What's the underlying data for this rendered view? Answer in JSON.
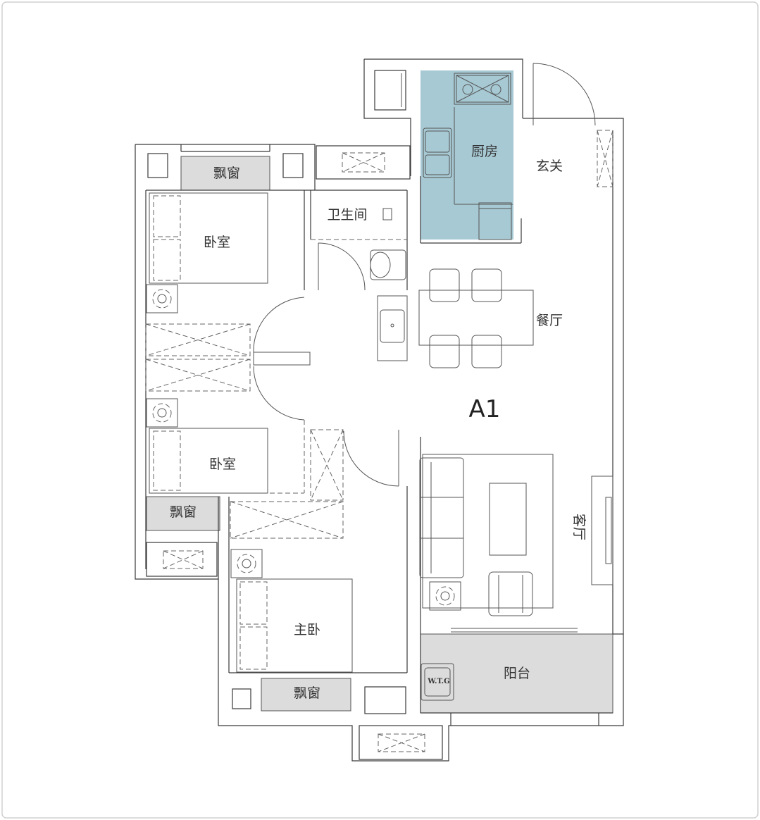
{
  "plan": {
    "unit_label": "A1",
    "rooms": {
      "kitchen": "厨房",
      "foyer": "玄关",
      "bathroom": "卫生间",
      "bedroom_top": "卧室",
      "bedroom_mid": "卧室",
      "master_bedroom": "主卧",
      "dining": "餐厅",
      "living": "客厅",
      "balcony": "阳台"
    },
    "bay_windows": {
      "top_left": "飘窗",
      "mid_left": "飘窗",
      "bottom": "飘窗"
    },
    "fixture_label": "W.T.G",
    "colors": {
      "kitchen_fill": "#a7c9d4",
      "bay_window_fill": "#dcdcdc",
      "balcony_fill": "#dcdcdc",
      "frame_border": "#d0d0d0"
    }
  }
}
